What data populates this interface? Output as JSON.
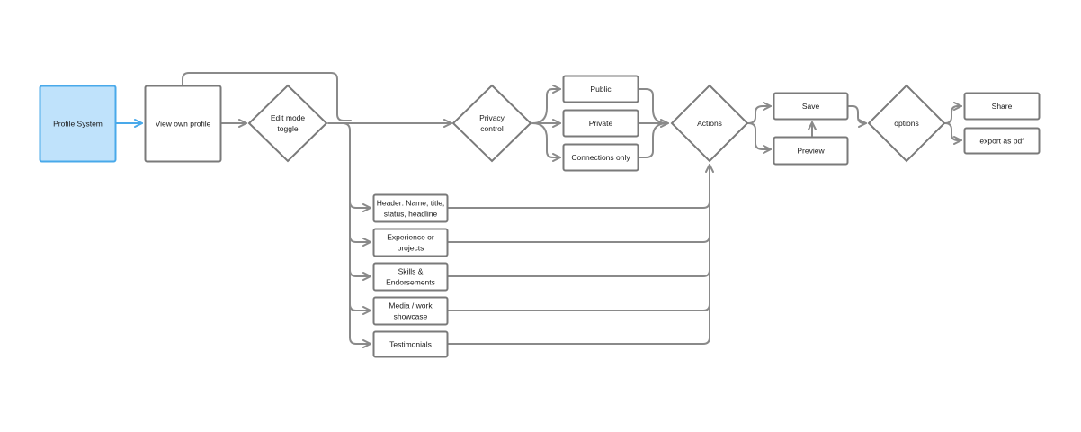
{
  "nodes": {
    "profile_system": "Profile System",
    "view_own_profile": "View own profile",
    "edit_mode_toggle": [
      "Edit mode",
      "toggle"
    ],
    "privacy_control": [
      "Privacy",
      "control"
    ],
    "public": "Public",
    "private": "Private",
    "connections_only": "Connections only",
    "actions": "Actions",
    "save": "Save",
    "preview": "Preview",
    "options": "options",
    "share": "Share",
    "export_pdf": "export as pdf",
    "header": [
      "Header: Name, title,",
      "status, headline"
    ],
    "experience": [
      "Experience or",
      "projects"
    ],
    "skills": [
      "Skills &",
      "Endorsements"
    ],
    "media": [
      "Media / work",
      "showcase"
    ],
    "testimonials": "Testimonials"
  },
  "colors": {
    "highlight_fill": "#bfe2fb",
    "highlight_stroke": "#49a9ea",
    "node_stroke": "#7a7a7a",
    "connector": "#8a8a8a"
  }
}
